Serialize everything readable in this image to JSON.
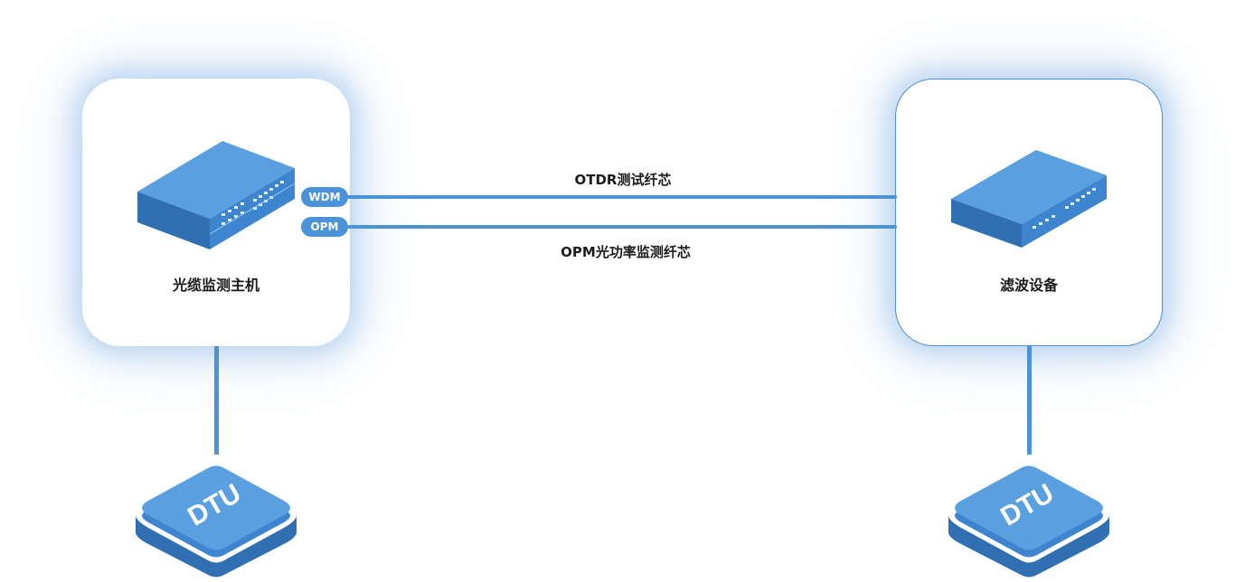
{
  "diagram": {
    "left_node": {
      "label": "光缆监测主机",
      "device_icon": "rack-server-icon"
    },
    "right_node": {
      "label": "滤波设备",
      "device_icon": "rack-server-icon"
    },
    "ports": {
      "wdm": "WDM",
      "opm": "OPM"
    },
    "links": {
      "otdr_label": "OTDR测试纤芯",
      "opm_label": "OPM光功率监测纤芯"
    },
    "dtu": {
      "left_label": "DTU",
      "right_label": "DTU",
      "icon": "dtu-module-icon"
    },
    "colors": {
      "accent": "#4a93d8",
      "device_top": "#5aa0e0",
      "device_side": "#2f6fb2",
      "card_border": "#4f8fd4",
      "text": "#1b1b1b"
    }
  }
}
